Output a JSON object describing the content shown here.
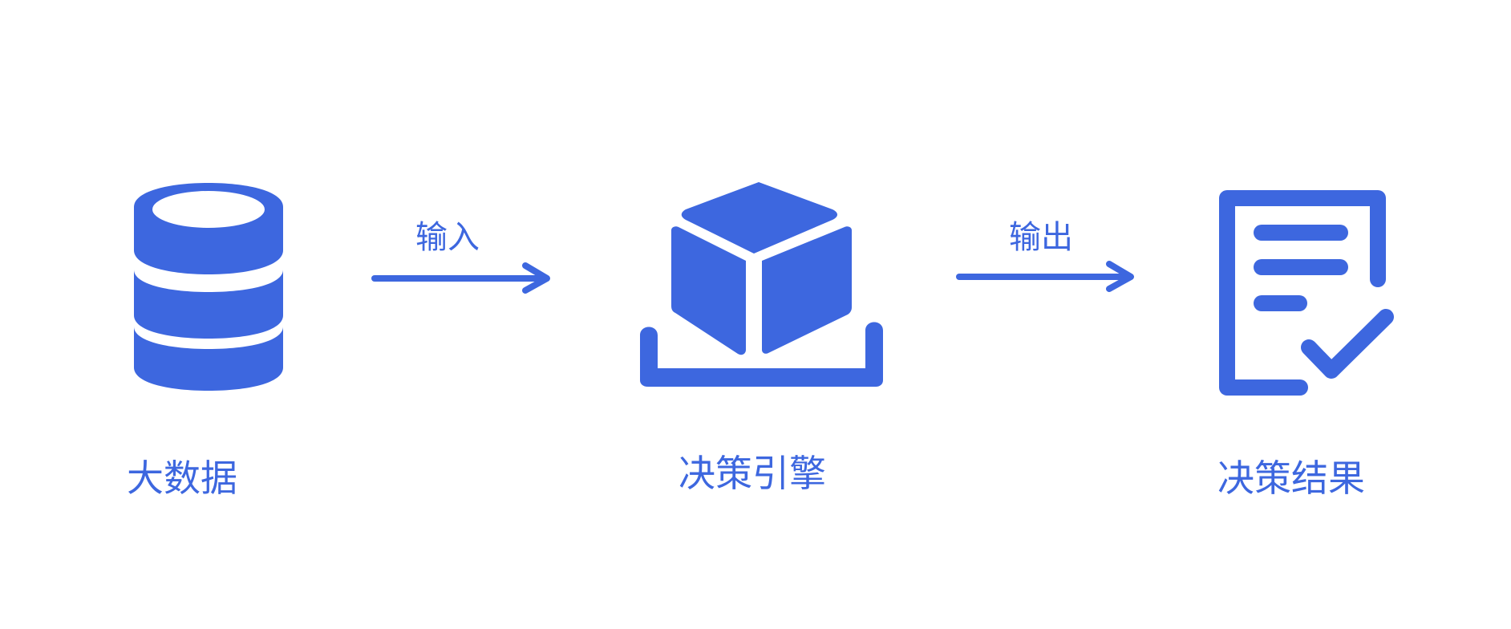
{
  "colors": {
    "accent": "#3d67df",
    "background": "#ffffff"
  },
  "nodes": [
    {
      "id": "bigdata",
      "label": "大数据",
      "icon": "database-icon"
    },
    {
      "id": "engine",
      "label": "决策引擎",
      "icon": "box-tray-icon"
    },
    {
      "id": "result",
      "label": "决策结果",
      "icon": "document-check-icon"
    }
  ],
  "edges": [
    {
      "from": "bigdata",
      "to": "engine",
      "label": "输入",
      "icon": "arrow-right-icon"
    },
    {
      "from": "engine",
      "to": "result",
      "label": "输出",
      "icon": "arrow-right-icon"
    }
  ]
}
